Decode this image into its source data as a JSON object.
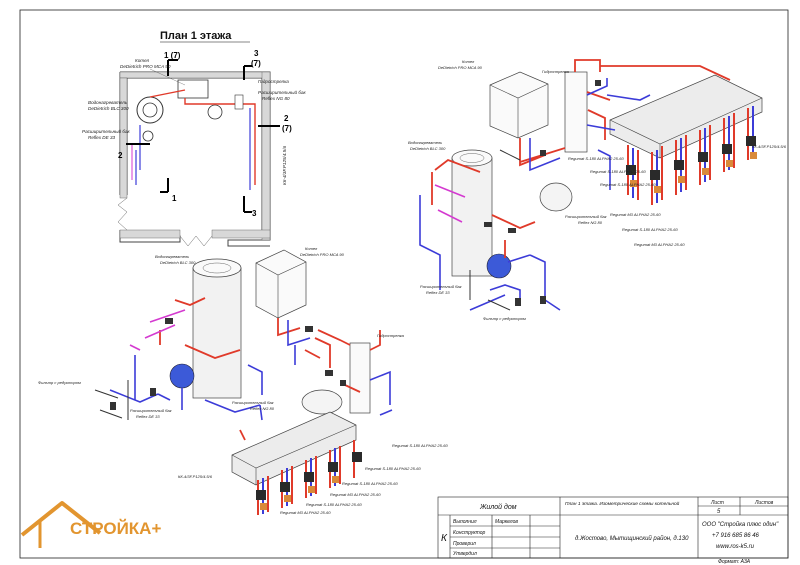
{
  "plan": {
    "title": "План 1 этажа",
    "section_marks": [
      "1 (7)",
      "3",
      "(7)",
      "2",
      "(7)",
      "2",
      "1",
      "3"
    ],
    "labels": {
      "boiler": [
        "Котел",
        "DeDietrich PRO MCA 90"
      ],
      "hydro": "Гидрострелка",
      "exp_tank_ng": [
        "Расширительный бак",
        "Reflex NG 80"
      ],
      "heater": [
        "Водонагреватель",
        "DeDietrich BLC 300"
      ],
      "exp_tank_de": [
        "Расширительный бак",
        "Reflex DE 33"
      ],
      "collector": "КК-4/3F.P125/4.5/6"
    }
  },
  "iso_top": {
    "labels": {
      "boiler": [
        "Котел",
        "DeDietrich PRO MCA 90"
      ],
      "hydro": "Гидрострелка",
      "heater": [
        "Водонагреватель",
        "DeDietrich BLC 300"
      ],
      "exp_tank_ng": [
        "Расширительный бак",
        "Reflex NG 80"
      ],
      "exp_tank_de": [
        "Расширительный бак",
        "Reflex DE 33"
      ],
      "collector": "КК-4/3F.P125/4.5/6",
      "filter": "Фильтр с редуктором",
      "pumps": [
        "Regumat S-180 ALPHA2 25-60",
        "Regumat S-180 ALPHA2 25-60",
        "Regumat S-180 ALPHA2 25-60",
        "Regumat M3 ALPHA2 25-60",
        "Regumat S-180 ALPHA2 25-60",
        "Regumat M3 ALPHA2 25-60"
      ]
    }
  },
  "iso_bottom": {
    "labels": {
      "heater": [
        "Водонагреватель",
        "DeDietrich BLC 300"
      ],
      "boiler": [
        "Котел",
        "DeDietrich PRO MCA 90"
      ],
      "hydro": "Гидрострелка",
      "exp_tank_ng": [
        "Расширительный бак",
        "Reflex NG 80"
      ],
      "exp_tank_de": [
        "Расширительный бак",
        "Reflex DE 33"
      ],
      "collector": "КК-4/3F.P125/4.5/6",
      "filter": "Фильтр с редуктором",
      "pumps": [
        "Regumat S-180 ALPHA2 25-60",
        "Regumat S-180 ALPHA2 25-60",
        "Regumat S-180 ALPHA2 25-60",
        "Regumat M3 ALPHA2 25-60",
        "Regumat S-180 ALPHA2 25-60",
        "Regumat M3 ALPHA2 25-60"
      ]
    }
  },
  "title_block": {
    "project": "Жилой дом",
    "sheet_title": "План 1 этажа. Изометрические схемы котельной",
    "address": "д.Жостово, Мытищинский район, д.130",
    "sheet_label": "Лист",
    "sheets_label": "Листов",
    "sheet_no": "5",
    "stage": "К",
    "roles": [
      "Выполнил",
      "Конструктор",
      "Проверил",
      "Утвердил"
    ],
    "performer": "Маркелов",
    "company": "ООО \"Стройка плюс один\"",
    "phone": "+7 916 685 86 46",
    "site": "www.ros-k5.ru",
    "format": "Формат: А3А"
  },
  "logo": {
    "text": "СТРОЙКА+",
    "color": "#e2952f"
  },
  "colors": {
    "supply": "#e03a2a",
    "return": "#3c3cd8",
    "dhw": "#d43ad0",
    "pipe_dark": "#333333"
  }
}
